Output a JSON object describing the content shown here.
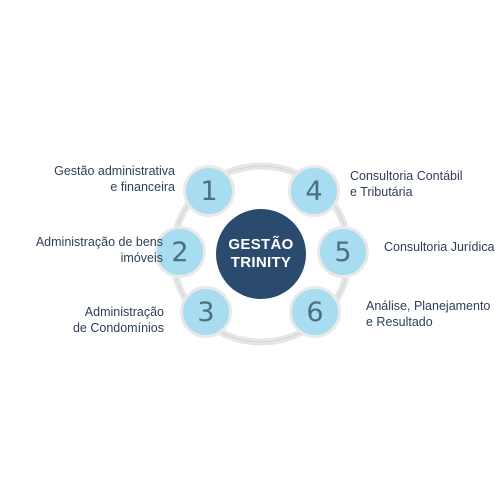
{
  "colors": {
    "node_fill": "#a8dcf0",
    "node_text": "#4d6f80",
    "center_fill": "#2b4b6e",
    "ring": "#d8d8da",
    "label_text": "#2f3e57"
  },
  "center": {
    "line1": "GESTÃO",
    "line2": "TRINITY"
  },
  "nodes": [
    {
      "number": "1",
      "label_lines": [
        "Gestão administrativa",
        "e financeira"
      ]
    },
    {
      "number": "2",
      "label_lines": [
        "Administração de bens",
        "imóveis"
      ]
    },
    {
      "number": "3",
      "label_lines": [
        "Administração",
        "de Condomínios"
      ]
    },
    {
      "number": "4",
      "label_lines": [
        "Consultoria Contábil",
        "e Tributária"
      ]
    },
    {
      "number": "5",
      "label_lines": [
        "Consultoria Jurídica"
      ]
    },
    {
      "number": "6",
      "label_lines": [
        "Análise, Planejamento",
        "e Resultado"
      ]
    }
  ]
}
